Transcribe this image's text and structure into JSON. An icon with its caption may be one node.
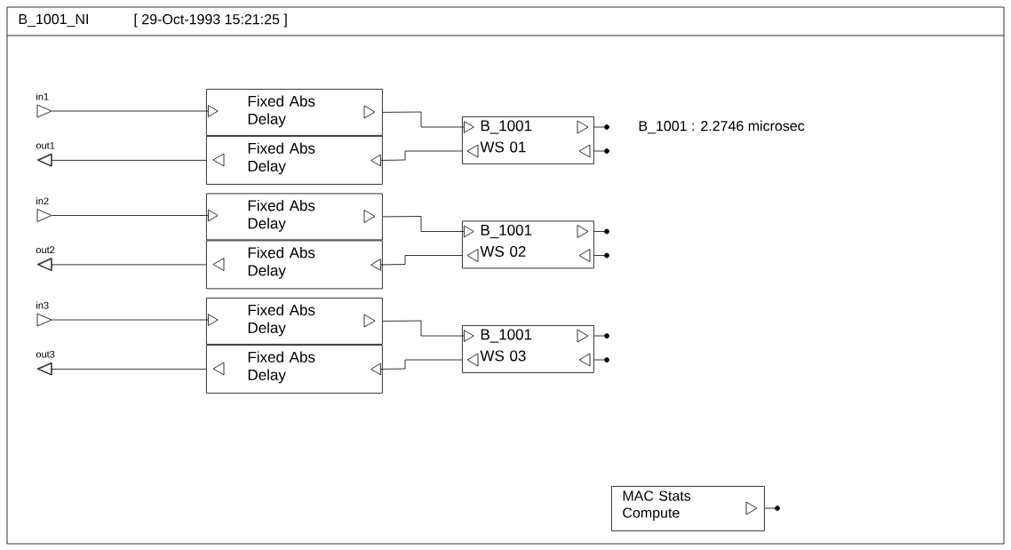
{
  "diagram": {
    "title": "B_1001_NI",
    "nodes": [
      {
        "text": [
          "in1"
        ]
      },
      {
        "text": [
          "out1"
        ]
      },
      {
        "text": [
          "Fixed Abs Delay"
        ]
      },
      {
        "text": [
          "Fixed Abs Delay"
        ]
      },
      {
        "text": [
          "B_1001 WS 01"
        ]
      },
      {
        "text": [
          "in2"
        ]
      },
      {
        "text": [
          "out2"
        ]
      },
      {
        "text": [
          "Fixed Abs Delay"
        ]
      },
      {
        "text": [
          "Fixed Abs Delay"
        ]
      },
      {
        "text": [
          "B_1001 WS 02"
        ]
      },
      {
        "text": [
          "in3"
        ]
      },
      {
        "text": [
          "out3"
        ]
      },
      {
        "text": [
          "Fixed Abs Delay"
        ]
      },
      {
        "text": [
          "Fixed Abs Delay"
        ]
      },
      {
        "text": [
          "B_1001 WS 03"
        ]
      },
      {
        "text": [
          "MAC Stats Compute"
        ]
      },
      {
        "text": [],
        "shape": "circle"
      },
      {
        "text": [],
        "shape": "circle"
      },
      {
        "text": [],
        "shape": "circle"
      },
      {
        "text": [],
        "shape": "circle"
      },
      {
        "text": [],
        "shape": "circle"
      },
      {
        "text": [],
        "shape": "circle"
      },
      {
        "text": [],
        "shape": "circle"
      }
    ],
    "edges": [
      {
        "from": 0,
        "to": 2,
        "arrow": "to"
      },
      {
        "from": 2,
        "to": 4,
        "arrow": "to"
      },
      {
        "from": 4,
        "to": 3,
        "arrow": "to"
      },
      {
        "from": 3,
        "to": 1,
        "arrow": "to"
      },
      {
        "from": 4,
        "to": 16,
        "arrow": "none"
      },
      {
        "from": 4,
        "to": 17,
        "arrow": "none"
      },
      {
        "from": 5,
        "to": 7,
        "arrow": "to"
      },
      {
        "from": 7,
        "to": 9,
        "arrow": "to"
      },
      {
        "from": 9,
        "to": 8,
        "arrow": "to"
      },
      {
        "from": 8,
        "to": 6,
        "arrow": "to"
      },
      {
        "from": 9,
        "to": 18,
        "arrow": "none"
      },
      {
        "from": 9,
        "to": 19,
        "arrow": "none"
      },
      {
        "from": 10,
        "to": 12,
        "arrow": "to"
      },
      {
        "from": 12,
        "to": 14,
        "arrow": "to"
      },
      {
        "from": 14,
        "to": 13,
        "arrow": "to"
      },
      {
        "from": 13,
        "to": 11,
        "arrow": "to"
      },
      {
        "from": 14,
        "to": 20,
        "arrow": "none"
      },
      {
        "from": 14,
        "to": 21,
        "arrow": "none"
      },
      {
        "from": 15,
        "to": 22,
        "arrow": "none"
      }
    ],
    "labels": [
      "[ 29-Oct-1993 15:21:25 ]",
      "B_1001 : 2.2746 microsec"
    ]
  }
}
